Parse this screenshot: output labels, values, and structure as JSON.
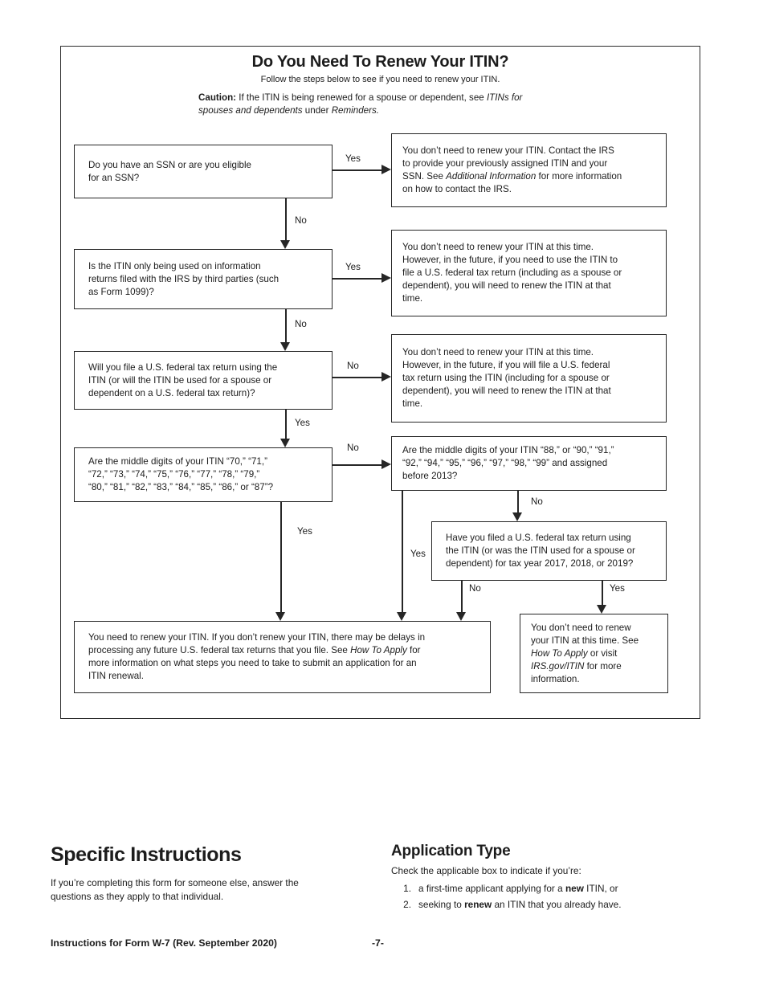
{
  "flowchart": {
    "title": "Do You Need To Renew Your ITIN?",
    "subtitle": "Follow the steps below to see if you need to renew your ITIN.",
    "caution_segments": [
      {
        "t": "Caution:",
        "b": 1
      },
      {
        "t": " If the ITIN is being renewed for a spouse or dependent, see "
      },
      {
        "t": "ITINs for",
        "i": 1
      },
      {
        "br": 1
      },
      {
        "t": "spouses and dependents",
        "i": 1
      },
      {
        "t": " under "
      },
      {
        "t": "Reminders.",
        "i": 1
      }
    ],
    "boxes": {
      "q_ssn": {
        "segments": [
          {
            "t": "Do you have an SSN or are you eligible"
          },
          {
            "br": 1
          },
          {
            "t": "for an SSN?"
          }
        ]
      },
      "a_ssn_yes": {
        "segments": [
          {
            "t": "You don’t need to renew your ITIN. Contact the IRS"
          },
          {
            "br": 1
          },
          {
            "t": "to provide your previously assigned ITIN and your"
          },
          {
            "br": 1
          },
          {
            "t": "SSN. See "
          },
          {
            "t": "Additional Information",
            "i": 1
          },
          {
            "t": " for more information"
          },
          {
            "br": 1
          },
          {
            "t": "on how to contact the IRS."
          }
        ]
      },
      "q_info_returns": {
        "segments": [
          {
            "t": "Is the ITIN only being used on information"
          },
          {
            "br": 1
          },
          {
            "t": "returns filed with the IRS by third parties (such"
          },
          {
            "br": 1
          },
          {
            "t": "as Form 1099)?"
          }
        ]
      },
      "a_info_returns_yes": {
        "segments": [
          {
            "t": "You don’t need to renew your ITIN at this time."
          },
          {
            "br": 1
          },
          {
            "t": "However, in the future, if you need to use the ITIN to"
          },
          {
            "br": 1
          },
          {
            "t": "file a U.S. federal tax return (including as a spouse or"
          },
          {
            "br": 1
          },
          {
            "t": "dependent), you will need to renew the ITIN at that"
          },
          {
            "br": 1
          },
          {
            "t": "time."
          }
        ]
      },
      "q_will_file": {
        "segments": [
          {
            "t": "Will you file a U.S. federal tax return using the"
          },
          {
            "br": 1
          },
          {
            "t": "ITIN (or will the ITIN be used for a spouse or"
          },
          {
            "br": 1
          },
          {
            "t": "dependent on a U.S. federal tax return)?"
          }
        ]
      },
      "a_will_file_no": {
        "segments": [
          {
            "t": "You don’t need to renew your ITIN at this time."
          },
          {
            "br": 1
          },
          {
            "t": "However, in the future, if you will file a U.S. federal"
          },
          {
            "br": 1
          },
          {
            "t": "tax return using the ITIN (including for a spouse or"
          },
          {
            "br": 1
          },
          {
            "t": "dependent), you will need to renew the ITIN at that"
          },
          {
            "br": 1
          },
          {
            "t": "time."
          }
        ]
      },
      "q_middle_digits_70_87": {
        "segments": [
          {
            "t": "Are the middle digits of your ITIN “70,” “71,”"
          },
          {
            "br": 1
          },
          {
            "t": "“72,” “73,” “74,” “75,” “76,” “77,” “78,” “79,”"
          },
          {
            "br": 1
          },
          {
            "t": "“80,” “81,” “82,” “83,” “84,” “85,” “86,” or “87”?"
          }
        ]
      },
      "q_middle_digits_88_99": {
        "segments": [
          {
            "t": "Are the middle digits of your ITIN “88,” or “90,” “91,”"
          },
          {
            "br": 1
          },
          {
            "t": "“92,” “94,” “95,” “96,” “97,” “98,” “99” and assigned"
          },
          {
            "br": 1
          },
          {
            "t": "before 2013?"
          }
        ]
      },
      "q_filed_2017_2019": {
        "segments": [
          {
            "t": "Have you filed a U.S. federal tax return using"
          },
          {
            "br": 1
          },
          {
            "t": "the ITIN (or was the ITIN used for a spouse or"
          },
          {
            "br": 1
          },
          {
            "t": "dependent) for tax year 2017, 2018, or 2019?"
          }
        ]
      },
      "a_need_renew": {
        "segments": [
          {
            "t": "You need to renew your ITIN. If you don’t renew your ITIN, there may be delays in"
          },
          {
            "br": 1
          },
          {
            "t": "processing any future U.S. federal tax returns that you file. See "
          },
          {
            "t": "How To Apply",
            "i": 1
          },
          {
            "t": " for"
          },
          {
            "br": 1
          },
          {
            "t": "more information on what steps you need to take to submit an application for an"
          },
          {
            "br": 1
          },
          {
            "t": "ITIN renewal."
          }
        ]
      },
      "a_no_renew_apply": {
        "segments": [
          {
            "t": "You don’t need to renew"
          },
          {
            "br": 1
          },
          {
            "t": "your ITIN at this time. See"
          },
          {
            "br": 1
          },
          {
            "t": "How To Apply",
            "i": 1
          },
          {
            "t": " or visit"
          },
          {
            "br": 1
          },
          {
            "t": "IRS.gov/ITIN",
            "i": 1
          },
          {
            "t": " for more"
          },
          {
            "br": 1
          },
          {
            "t": "information."
          }
        ]
      }
    },
    "labels": {
      "q_ssn_yes": "Yes",
      "q_ssn_no": "No",
      "q_info_returns_yes": "Yes",
      "q_info_returns_no": "No",
      "q_will_file_no": "No",
      "q_will_file_yes": "Yes",
      "q_middle_digits_70_87_no": "No",
      "q_middle_digits_70_87_yes": "Yes",
      "q_middle_digits_88_99_yes": "Yes",
      "q_middle_digits_88_99_no": "No",
      "q_filed_2017_2019_no": "No",
      "q_filed_2017_2019_yes": "Yes"
    }
  },
  "sections": {
    "specific_instructions": {
      "heading": "Specific Instructions",
      "body_segments": [
        {
          "t": "If you’re completing this form for someone else, answer the"
        },
        {
          "br": 1
        },
        {
          "t": "questions as they apply to that individual."
        }
      ]
    },
    "application_type": {
      "heading": "Application Type",
      "intro": "Check the applicable box to indicate if you’re:",
      "items": [
        {
          "number": "1.",
          "segments": [
            {
              "t": "a first-time applicant applying for a "
            },
            {
              "t": "new",
              "b": 1
            },
            {
              "t": " ITIN, or"
            }
          ]
        },
        {
          "number": "2.",
          "segments": [
            {
              "t": "seeking to "
            },
            {
              "t": "renew",
              "b": 1
            },
            {
              "t": " an ITIN that you already have."
            }
          ]
        }
      ]
    }
  },
  "footer": {
    "left": "Instructions for Form W-7 (Rev. September 2020)",
    "page_number": "-7-"
  }
}
